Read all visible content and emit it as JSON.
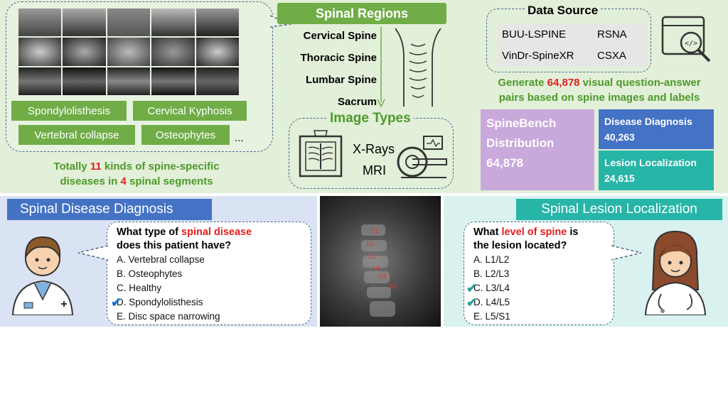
{
  "regions": {
    "title": "Spinal Regions",
    "items": [
      "Cervical Spine",
      "Thoracic Spine",
      "Lumbar Spine",
      "Sacrum"
    ]
  },
  "image_types": {
    "title": "Image Types",
    "items": [
      "X-Rays",
      "MRI"
    ]
  },
  "diseases": {
    "tags": [
      "Spondylolisthesis",
      "Cervical Kyphosis",
      "Vertebral collapse",
      "Osteophytes"
    ],
    "ellipsis": "...",
    "summary_pre": "Totally ",
    "count": "11",
    "summary_mid": " kinds of spine-specific",
    "summary_line2_pre": "diseases in ",
    "segments": "4",
    "summary_line2_post": " spinal segments"
  },
  "data_source": {
    "title": "Data Source",
    "items": [
      "BUU-LSPINE",
      "RSNA",
      "VinDr-SpineXR",
      "CSXA"
    ]
  },
  "generate": {
    "pre": "Generate ",
    "count": "64,878",
    "post": " visual question-answer",
    "line2": "pairs based on spine images and labels"
  },
  "distribution": {
    "label_line1": "SpineBench",
    "label_line2": "Distribution",
    "total": "64,878",
    "diagnosis_label": "Disease Diagnosis",
    "diagnosis_value": "40,263",
    "localization_label": "Lesion Localization",
    "localization_value": "24,615",
    "colors": {
      "total": "#c9a9dc",
      "diagnosis": "#4472c4",
      "localization": "#26b5a7"
    }
  },
  "diagnosis_task": {
    "title": "Spinal Disease Diagnosis",
    "q_pre": "What type of ",
    "q_red": "spinal disease",
    "q_line2": "does this patient have?",
    "options": [
      "A. Vertebral collapse",
      "B. Osteophytes",
      "C. Healthy",
      "D. Spondylolisthesis",
      "E. Disc space narrowing"
    ],
    "checked": [
      3
    ],
    "check_glyph": "✔"
  },
  "xray_labels": [
    "L1",
    "L2",
    "L3",
    "L4",
    "L5",
    "S1"
  ],
  "localization_task": {
    "title": "Spinal Lesion Localization",
    "q_pre": "What ",
    "q_red": "level of spine",
    "q_post": " is",
    "q_line2": "the lesion located?",
    "options": [
      "A. L1/L2",
      "B. L2/L3",
      "C. L3/L4",
      "D. L4/L5",
      "E. L5/S1"
    ],
    "checked": [
      2,
      3
    ],
    "check_glyph": "✔"
  }
}
